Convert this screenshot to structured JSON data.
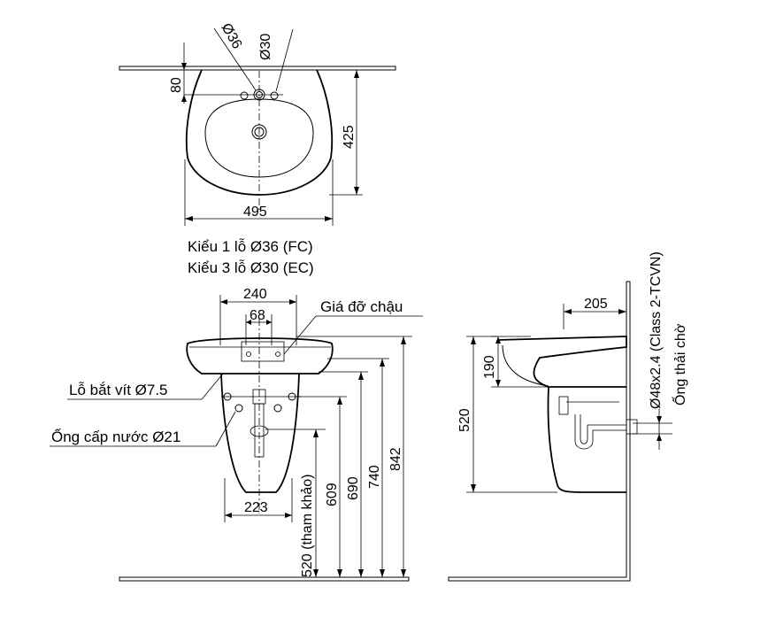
{
  "top_view": {
    "dim_hole_large": "Ø36",
    "dim_hole_small": "Ø30",
    "dim_depth_offset": "80",
    "dim_depth": "425",
    "dim_width": "495",
    "caption_line1": "Kiểu 1 lỗ Ø36 (FC)",
    "caption_line2": "Kiểu 3 lỗ Ø30 (EC)"
  },
  "front_view": {
    "dim_bracket_width": "240",
    "dim_bracket_inner": "68",
    "label_bracket": "Giá đỡ chậu",
    "label_screw_hole": "Lỗ bắt vít Ø7.5",
    "label_supply_pipe": "Ống cấp nước Ø21",
    "dim_pedestal_base": "223",
    "dim_ref_height": "520 (tham khảo)",
    "dim_609": "609",
    "dim_690": "690",
    "dim_740": "740",
    "dim_842": "842"
  },
  "side_view": {
    "dim_projection": "205",
    "dim_bowl_height": "190",
    "dim_drain_height": "520",
    "label_drain_spec": "Ø48x2.4 (Class 2-TCVN)",
    "label_drain_pipe": "Ống thải chờ"
  }
}
